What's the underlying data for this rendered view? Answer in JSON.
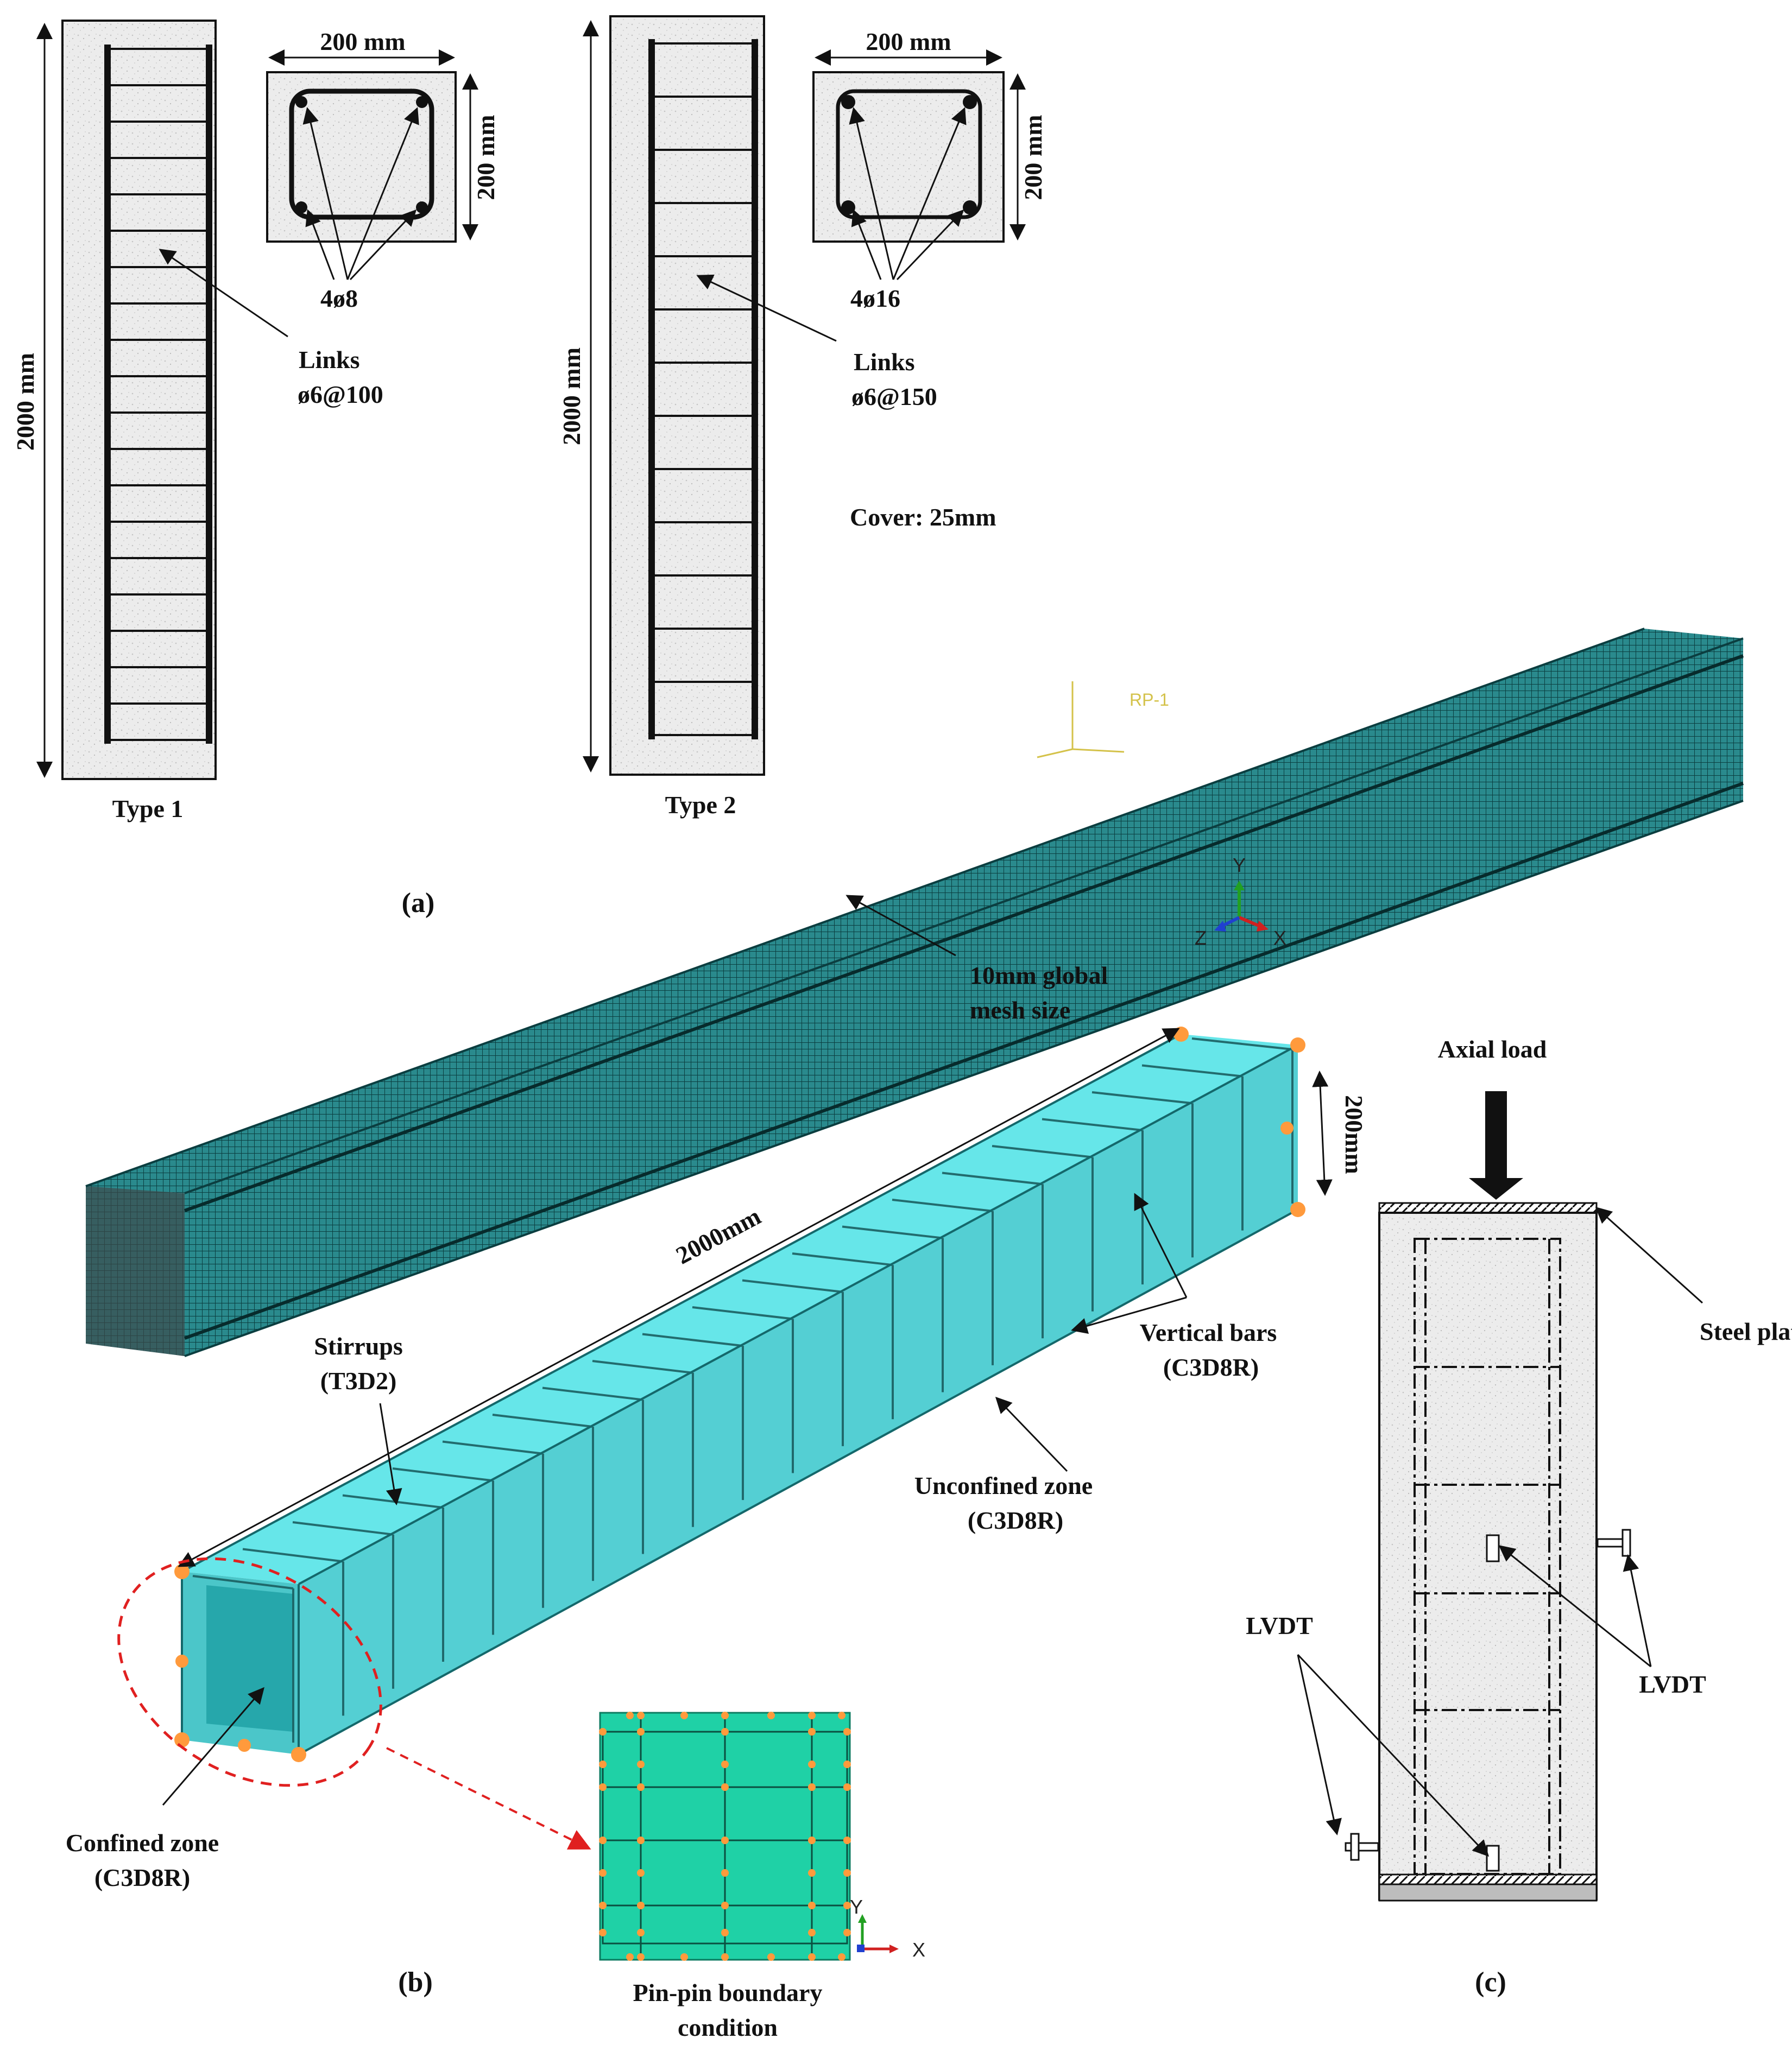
{
  "panel_a": {
    "caption": "(a)",
    "type1": {
      "title": "Type 1",
      "height_dim": "2000 mm",
      "width_dim": "200 mm",
      "depth_dim": "200 mm",
      "bars": "4ø8",
      "links_1": "Links",
      "links_2": "ø6@100"
    },
    "type2": {
      "title": "Type 2",
      "height_dim": "2000 mm",
      "width_dim": "200 mm",
      "depth_dim": "200 mm",
      "bars": "4ø16",
      "links_1": "Links",
      "links_2": "ø6@150"
    },
    "cover": "Cover: 25mm"
  },
  "panel_b": {
    "caption": "(b)",
    "mesh_1": "10mm global",
    "mesh_2": "mesh size",
    "rp_label": "RP-1",
    "length_dim": "2000mm",
    "side_dim": "200mm",
    "stirrups_1": "Stirrups",
    "stirrups_2": "(T3D2)",
    "vertical_1": "Vertical bars",
    "vertical_2": "(C3D8R)",
    "unconfined_1": "Unconfined zone",
    "unconfined_2": "(C3D8R)",
    "confined_1": "Confined zone",
    "confined_2": "(C3D8R)",
    "pin_1": "Pin-pin boundary",
    "pin_2": "condition",
    "triad": {
      "y": "Y",
      "z": "Z",
      "x": "X"
    },
    "inset_axes": {
      "y": "Y",
      "x": "X"
    }
  },
  "panel_c": {
    "caption": "(c)",
    "axial": "Axial load",
    "steel_plate": "Steel plate",
    "lvdt_right": "LVDT",
    "lvdt_left": "LVDT"
  },
  "colors": {
    "concrete": "#e9e9e9",
    "mesh": "#1f7f82",
    "model": "#3fd8dc",
    "inset": "#1fd1a6",
    "bc_marker": "#ff9a3c",
    "dashed_ellipse": "#e02020"
  }
}
